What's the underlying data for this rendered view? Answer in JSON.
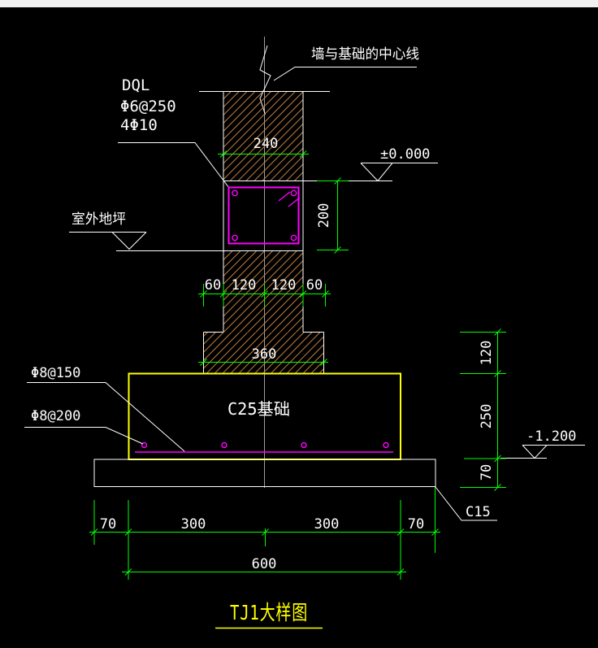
{
  "colors": {
    "bg": "#000000",
    "bar": "#f0f0f0",
    "line": "#ffffff",
    "dim": "#00ff00",
    "mag": "#ff00ff",
    "yel": "#ffff00",
    "cl": "#9e9e9e",
    "hatch": "#c08040"
  },
  "labels": {
    "centerline_note": "墙与基础的中心线",
    "beam_name": "DQL",
    "beam_stirrups": "Φ6@250",
    "beam_bars": "4Φ10",
    "ground_label": "室外地坪",
    "level_zero": "±0.000",
    "level_low": "-1.200",
    "foundation_label": "C25基础",
    "cushion_label": "C15",
    "rebar_main": "Φ8@150",
    "rebar_dist": "Φ8@200",
    "title": "TJ1大样图"
  },
  "dimensions": {
    "wall_width": "240",
    "beam_height": "200",
    "wall_segments": [
      "60",
      "120",
      "120",
      "60"
    ],
    "step_width": "360",
    "step_height": "120",
    "foundation_height": "250",
    "cushion_height": "70",
    "bottom_segments": [
      "70",
      "300",
      "300",
      "70"
    ],
    "foundation_width": "600"
  }
}
